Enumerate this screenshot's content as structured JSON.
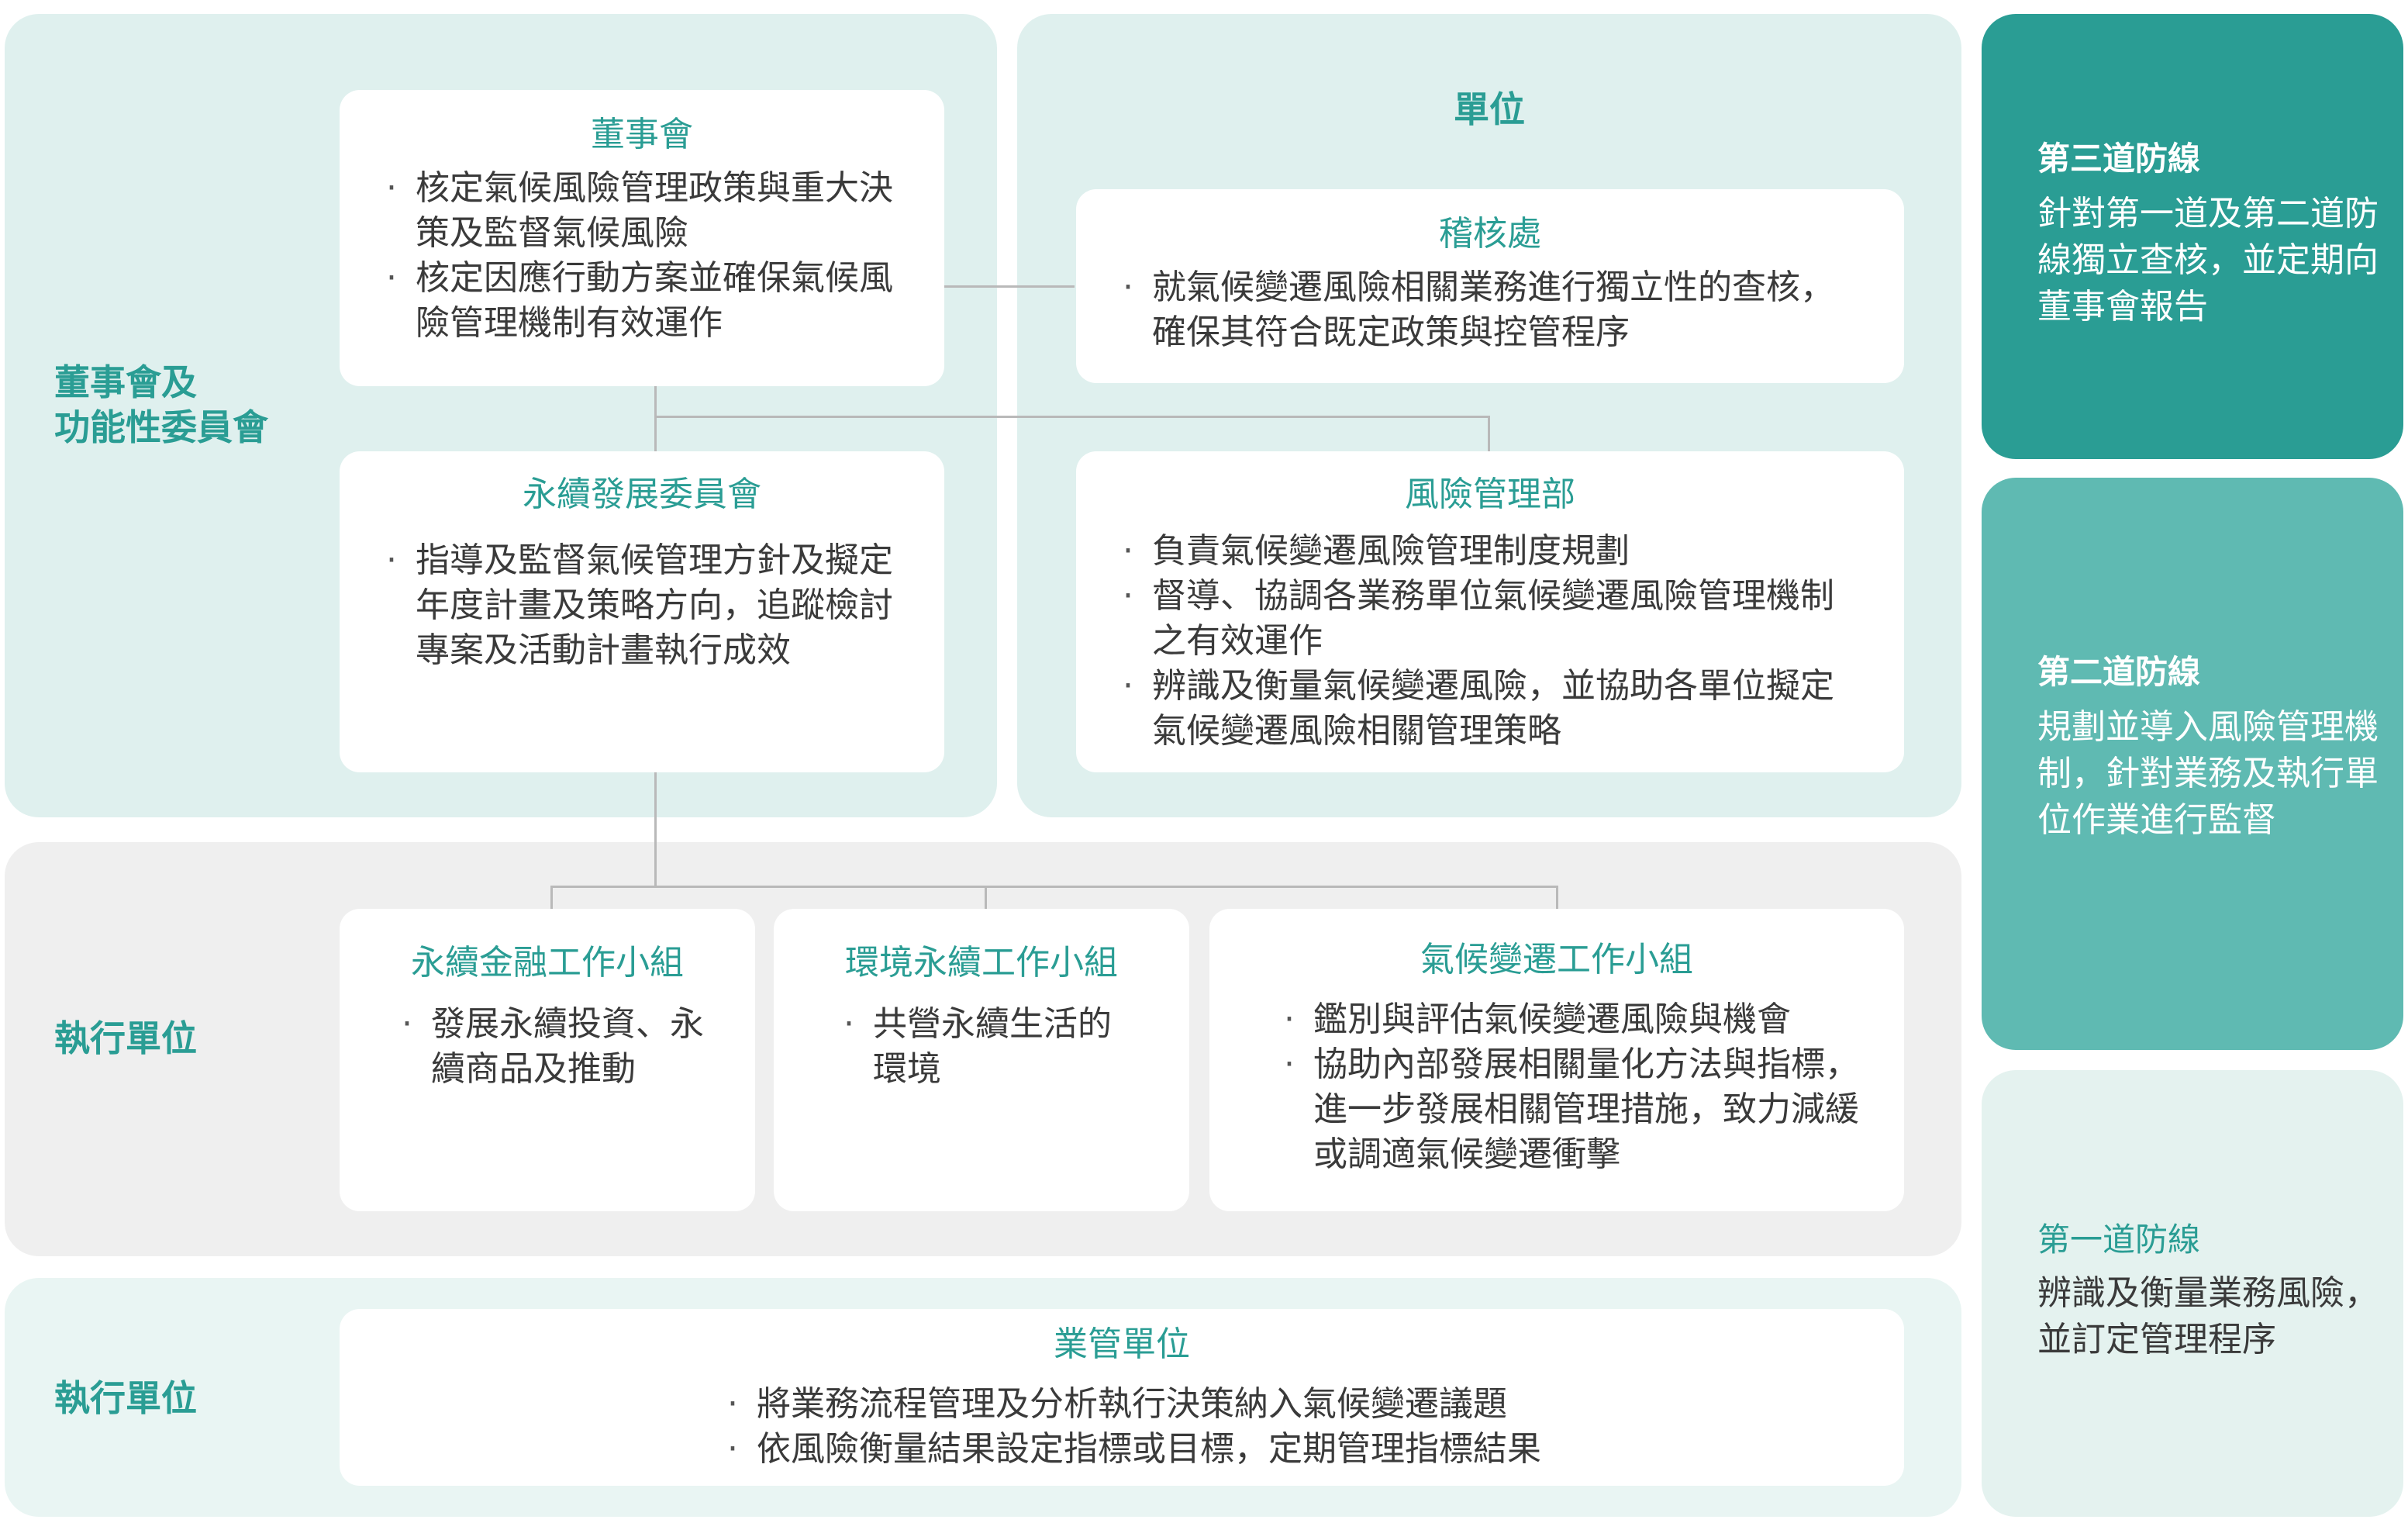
{
  "colors": {
    "accent": "#2a9d94",
    "panel_light": "#dff0ee",
    "panel_gray": "#efefef",
    "panel_pale": "#e9f5f3",
    "third_line": "#2a9d94",
    "second_line": "#5fbab2",
    "first_line": "#e4f2ef"
  },
  "left_labels": {
    "board_committee": "董事會及\n功能性委員會",
    "execution_unit_1": "執行單位",
    "execution_unit_2": "執行單位"
  },
  "units_header": "單位",
  "board": {
    "title": "董事會",
    "items": [
      "核定氣候風險管理政策與重大決策及監督氣候風險",
      "核定因應行動方案並確保氣候風險管理機制有效運作"
    ]
  },
  "audit": {
    "title": "稽核處",
    "items": [
      "就氣候變遷風險相關業務進行獨立性的查核，確保其符合既定政策與控管程序"
    ]
  },
  "sustainability_committee": {
    "title": "永續發展委員會",
    "items": [
      "指導及監督氣候管理方針及擬定年度計畫及策略方向，追蹤檢討專案及活動計畫執行成效"
    ]
  },
  "risk_dept": {
    "title": "風險管理部",
    "items": [
      "負責氣候變遷風險管理制度規劃",
      "督導、協調各業務單位氣候變遷風險管理機制之有效運作",
      "辨識及衡量氣候變遷風險，並協助各單位擬定氣候變遷風險相關管理策略"
    ]
  },
  "groups": [
    {
      "title": "永續金融工作小組",
      "items": [
        "發展永續投資、永續商品及推動"
      ]
    },
    {
      "title": "環境永續工作小組",
      "items": [
        "共營永續生活的環境"
      ]
    },
    {
      "title": "氣候變遷工作小組",
      "items": [
        "鑑別與評估氣候變遷風險與機會",
        "協助內部發展相關量化方法與指標，進一步發展相關管理措施，致力減緩或調適氣候變遷衝擊"
      ]
    }
  ],
  "business_unit": {
    "title": "業管單位",
    "items": [
      "將業務流程管理及分析執行決策納入氣候變遷議題",
      "依風險衡量結果設定指標或目標，定期管理指標結果"
    ]
  },
  "defense_lines": [
    {
      "title": "第三道防線",
      "desc": "針對第一道及第二道防線獨立查核，並定期向董事會報告"
    },
    {
      "title": "第二道防線",
      "desc": "規劃並導入風險管理機制，針對業務及執行單位作業進行監督"
    },
    {
      "title": "第一道防線",
      "desc": "辨識及衡量業務風險，並訂定管理程序"
    }
  ]
}
